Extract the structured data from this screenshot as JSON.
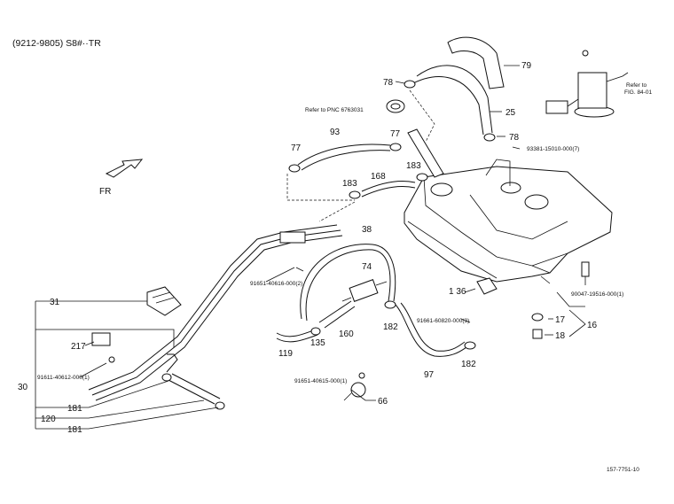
{
  "header": {
    "title": "(9212-9805) S8#··TR"
  },
  "direction": {
    "label": "FR"
  },
  "footer": {
    "drawing_no": "157-7751-10"
  },
  "refs": {
    "pnc": "Refer to PNC 6763031",
    "fig_line1": "Refer to",
    "fig_line2": "FIG. 84-01"
  },
  "labels": {
    "p79": "79",
    "p78a": "78",
    "p25": "25",
    "p78b": "78",
    "p93": "93",
    "p77a": "77",
    "p77b": "77",
    "p183a": "183",
    "p183b": "183",
    "p168": "168",
    "p38": "38",
    "p74": "74",
    "p136": "1 36",
    "p182a": "182",
    "p182b": "182",
    "p17": "17",
    "p18": "18",
    "p16": "16",
    "p160": "160",
    "p135": "135",
    "p119": "119",
    "p97": "97",
    "p66": "66",
    "p31": "31",
    "p217": "217",
    "p30": "30",
    "p181a": "181",
    "p120": "120",
    "p181b": "181"
  },
  "part_numbers": {
    "pn93381": "93381-15010-000(7)",
    "pn91651a": "91651-40616-000(2)",
    "pn90047": "90047-19516-000(1)",
    "pn91661": "91661-60820-000(3)",
    "pn91611": "91611-40612-000(1)",
    "pn91651b": "91651-40615-000(1)"
  }
}
